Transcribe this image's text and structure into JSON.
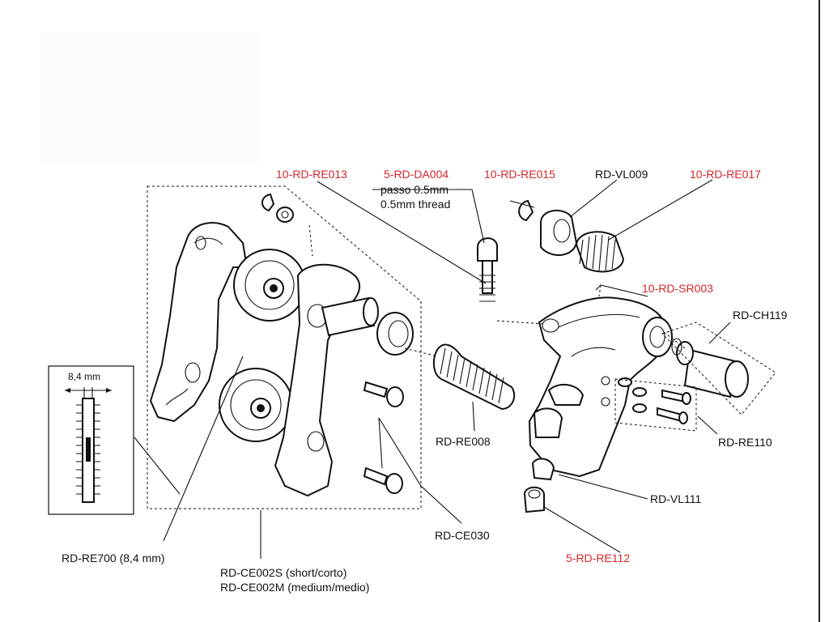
{
  "labels": {
    "re013": "10-RD-RE013",
    "da004": "5-RD-DA004",
    "passo": "passo 0.5mm",
    "thread": "0.5mm thread",
    "re015": "10-RD-RE015",
    "vl009": "RD-VL009",
    "re017": "10-RD-RE017",
    "sr003": "10-RD-SR003",
    "ch119": "RD-CH119",
    "re008": "RD-RE008",
    "re110": "RD-RE110",
    "vl111": "RD-VL111",
    "ce030": "RD-CE030",
    "re112": "5-RD-RE112",
    "re700": "RD-RE700 (8,4 mm)",
    "ce002s": "RD-CE002S (short/corto)",
    "ce002m": "RD-CE002M (medium/medio)",
    "width": "8,4 mm"
  },
  "colors": {
    "red_label": "#d7262b",
    "black_label": "#111111"
  }
}
